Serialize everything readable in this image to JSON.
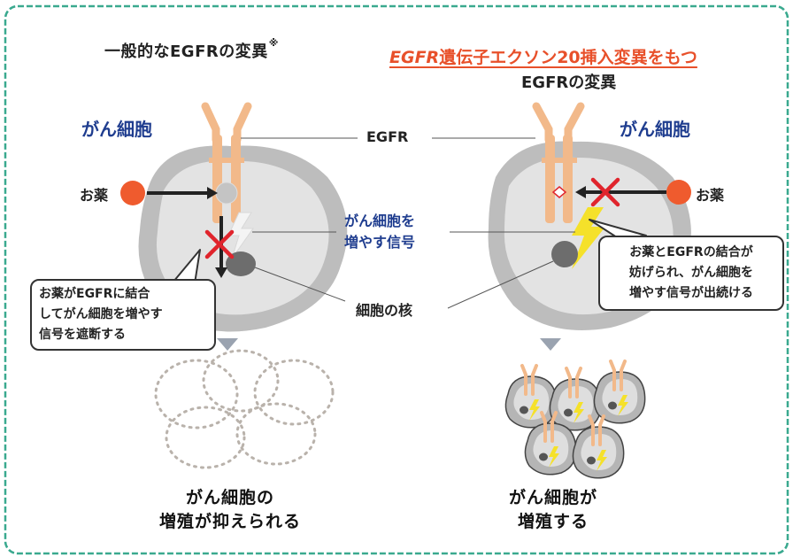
{
  "left_header": {
    "title": "一般的なEGFRの変異",
    "note_mark": "※"
  },
  "right_header": {
    "title_italic": "EGFR",
    "title_rest": "遺伝子エクソン20挿入変異をもつ",
    "subtitle": "EGFRの変異"
  },
  "left_cell": {
    "label": "がん細胞",
    "drug_label": "お薬"
  },
  "right_cell": {
    "label": "がん細胞",
    "drug_label": "お薬"
  },
  "center_labels": {
    "egfr": "EGFR",
    "signal_line1": "がん細胞を",
    "signal_line2": "増やす信号",
    "nucleus": "細胞の核"
  },
  "left_callout": {
    "lines": [
      "お薬がEGFRに結合",
      "してがん細胞を増やす",
      "信号を遮断する"
    ]
  },
  "right_callout": {
    "lines": [
      "お薬とEGFRの結合が",
      "妨げられ、がん細胞を",
      "増やす信号が出続ける"
    ]
  },
  "left_result": {
    "lines": [
      "がん細胞の",
      "増殖が抑えられる"
    ]
  },
  "right_result": {
    "lines": [
      "がん細胞が",
      "増殖する"
    ]
  },
  "colors": {
    "frame": "#3aa98f",
    "cell_blob": "#bdbdbd",
    "cell_inner": "#e0e0e0",
    "nucleus": "#6d6d6d",
    "receptor": "#f2b98a",
    "drug": "#ef5b2e",
    "block_x": "#e0242c",
    "signal": "#f5e12a",
    "label_blue": "#1f3d8f",
    "accent_orange": "#e8502a"
  }
}
